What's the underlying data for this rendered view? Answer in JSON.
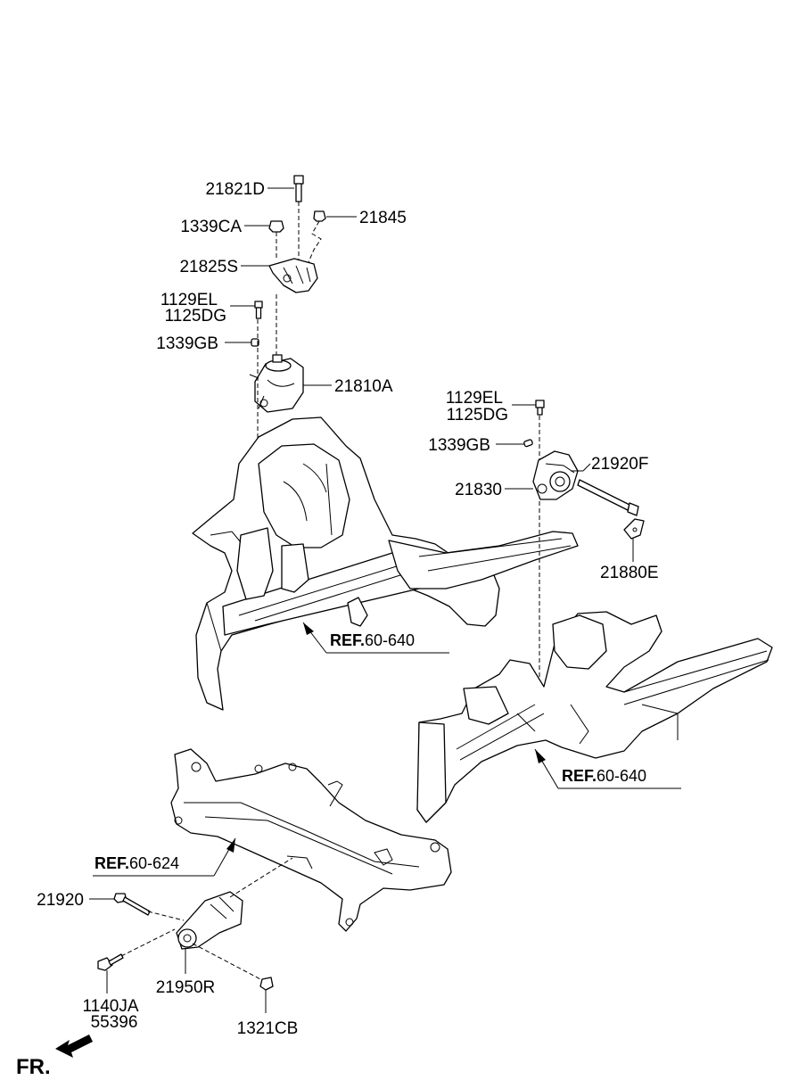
{
  "parts": {
    "p21821D": "21821D",
    "p1339CA": "1339CA",
    "p21845": "21845",
    "p21825S": "21825S",
    "p1129EL_a": "1129EL",
    "p1125DG_a": "1125DG",
    "p1339GB_a": "1339GB",
    "p21810A": "21810A",
    "p1129EL_b": "1129EL",
    "p1125DG_b": "1125DG",
    "p1339GB_b": "1339GB",
    "p21920F": "21920F",
    "p21830": "21830",
    "p21880E": "21880E",
    "p21920": "21920",
    "p21950R": "21950R",
    "p1140JA": "1140JA",
    "p55396": "55396",
    "p1321CB": "1321CB"
  },
  "refs": {
    "r1_prefix": "REF.",
    "r1_num": "60-640",
    "r2_prefix": "REF.",
    "r2_num": "60-640",
    "r3_prefix": "REF.",
    "r3_num": "60-624"
  },
  "direction": {
    "label": "FR."
  }
}
